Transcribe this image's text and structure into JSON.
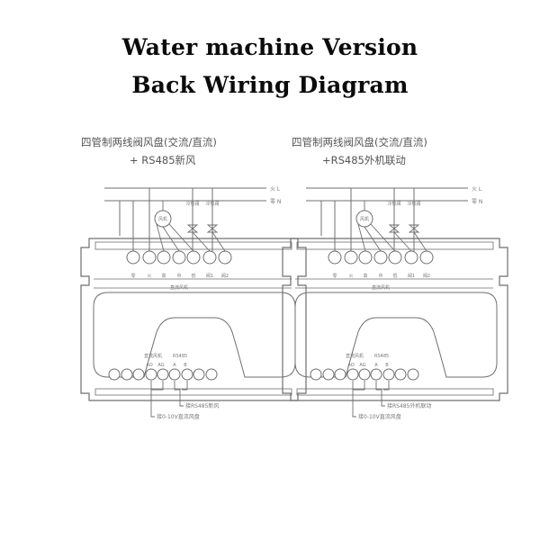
{
  "header": {
    "title_line1": "Water machine Version",
    "title_line2": "Back Wiring Diagram"
  },
  "left_diagram": {
    "caption_line1": "四管制两线阀风盘(交流/直流)",
    "caption_line2": "+ RS485新风",
    "line_live": "火 L",
    "line_neutral": "零 N",
    "motor_label": "风机",
    "valve1_label": "冷热阀",
    "valve2_label": "冷热阀",
    "terminal_labels": [
      "零",
      "火",
      "高",
      "中",
      "低",
      "阀1",
      "阀2"
    ],
    "dc_fan_note": "直流风机",
    "bottom_group1": "直流风机",
    "bottom_group2": "RS485",
    "bottom_terms": [
      "AO",
      "AG",
      "A",
      "B"
    ],
    "callout1": "接RS485新风",
    "callout2": "接0-10V直流风盘"
  },
  "right_diagram": {
    "caption_line1": "四管制两线阀风盘(交流/直流)",
    "caption_line2": "+RS485外机联动",
    "line_live": "火 L",
    "line_neutral": "零 N",
    "motor_label": "风机",
    "valve1_label": "冷热阀",
    "valve2_label": "冷热阀",
    "terminal_labels": [
      "零",
      "火",
      "高",
      "中",
      "低",
      "阀1",
      "阀2"
    ],
    "dc_fan_note": "直流风机",
    "bottom_group1": "直流风机",
    "bottom_group2": "RS485",
    "bottom_terms": [
      "AO",
      "AG",
      "A",
      "B"
    ],
    "callout1": "接RS485外机联动",
    "callout2": "接0-10V直流风盘"
  }
}
